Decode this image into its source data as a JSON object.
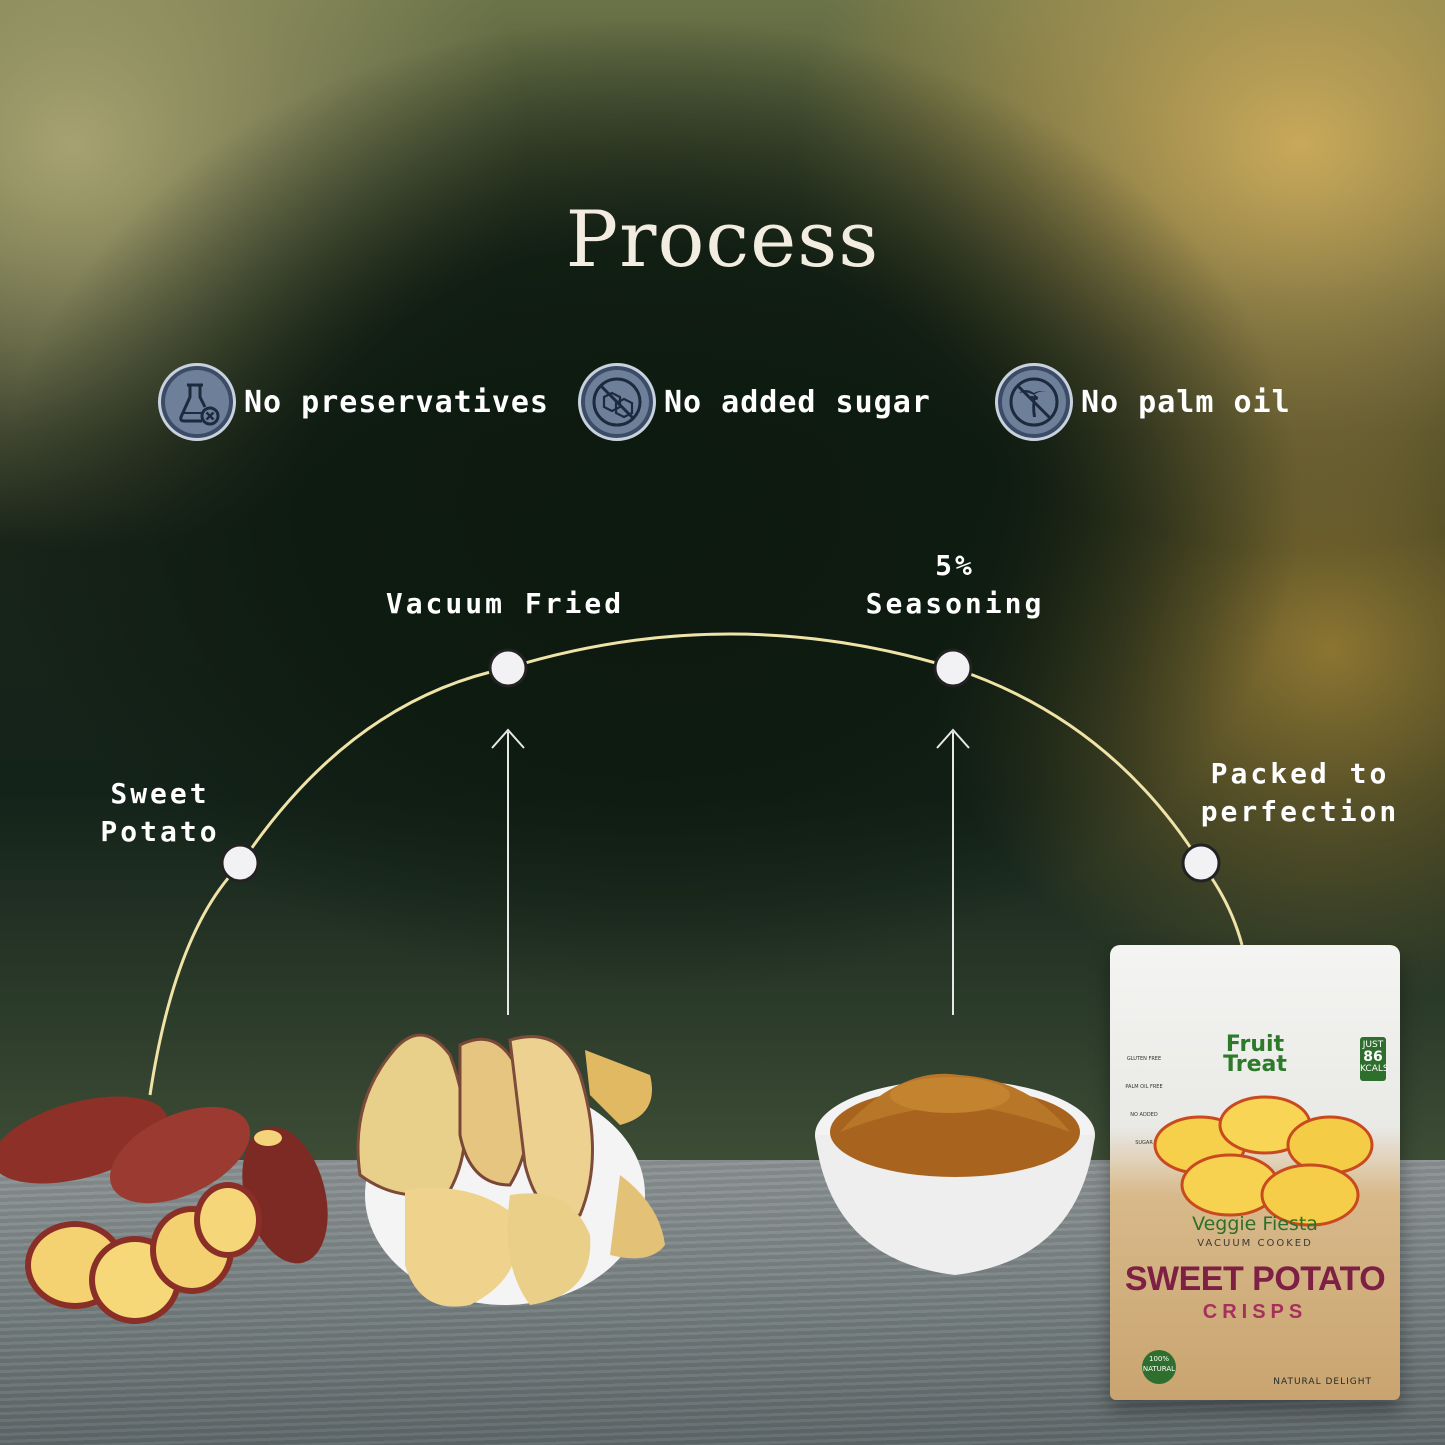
{
  "title": "Process",
  "claims": [
    {
      "icon": "flask-x-icon",
      "label": "No preservatives"
    },
    {
      "icon": "sugar-cubes-crossed-icon",
      "label": "No added sugar"
    },
    {
      "icon": "palm-tree-crossed-icon",
      "label": "No palm oil"
    }
  ],
  "steps": {
    "sweet_potato": {
      "line1": "Sweet",
      "line2": "Potato"
    },
    "vacuum_fried": {
      "line1": "Vacuum Fried"
    },
    "seasoning": {
      "line1": "5%",
      "line2": "Seasoning"
    },
    "packed": {
      "line1": "Packed to",
      "line2": "perfection"
    }
  },
  "pouch": {
    "brand_line1": "Fruit",
    "brand_line2": "Treat",
    "kcal_top": "JUST",
    "kcal_value": "86",
    "kcal_unit": "KCALS",
    "badges": [
      "GLUTEN FREE",
      "PALM OIL FREE",
      "NO ADDED SUGAR"
    ],
    "line": "Veggie Fiesta",
    "cooking": "VACUUM COOKED",
    "product": "SWEET POTATO",
    "variant": "CRISPS",
    "natural_badge": "100% NATURAL",
    "tagline": "NATURAL DELIGHT"
  },
  "colors": {
    "arc": "#f0e3a8",
    "node_fill": "#f2f2f5",
    "icon_bg": "#6e7f9a",
    "title": "#f2ede0"
  }
}
